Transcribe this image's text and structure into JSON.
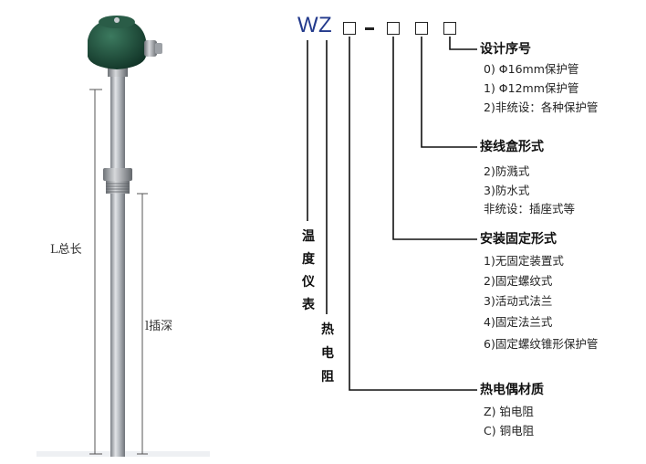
{
  "product_image": {
    "dimension_L": "L总长",
    "dimension_l": "l插深"
  },
  "model_code": {
    "letters": [
      "W",
      "Z"
    ],
    "dash": "-"
  },
  "vertical_labels": {
    "instrument": [
      "温",
      "度",
      "仪",
      "表"
    ],
    "thermal_resistance": [
      "热",
      "电",
      "阻"
    ]
  },
  "sections": {
    "design": {
      "title": "设计序号",
      "items": [
        "0) Φ16mm保护管",
        "1) Φ12mm保护管",
        "2)非统设：各种保护管"
      ]
    },
    "junction_box": {
      "title": "接线盒形式",
      "items": [
        "2)防溅式",
        "3)防水式",
        "非统设：插座式等"
      ]
    },
    "mounting": {
      "title": "安装固定形式",
      "items": [
        "1)无固定装置式",
        "2)固定螺纹式",
        "3)活动式法兰",
        "4)固定法兰式",
        "6)固定螺纹锥形保护管"
      ]
    },
    "material": {
      "title": "热电偶材质",
      "items": [
        "Z) 铂电阻",
        "C) 铜电阻"
      ]
    }
  },
  "colors": {
    "code_letters": "#233a8c",
    "head_green": "#1e4a3a",
    "tube_metal": "#a9adb2"
  }
}
